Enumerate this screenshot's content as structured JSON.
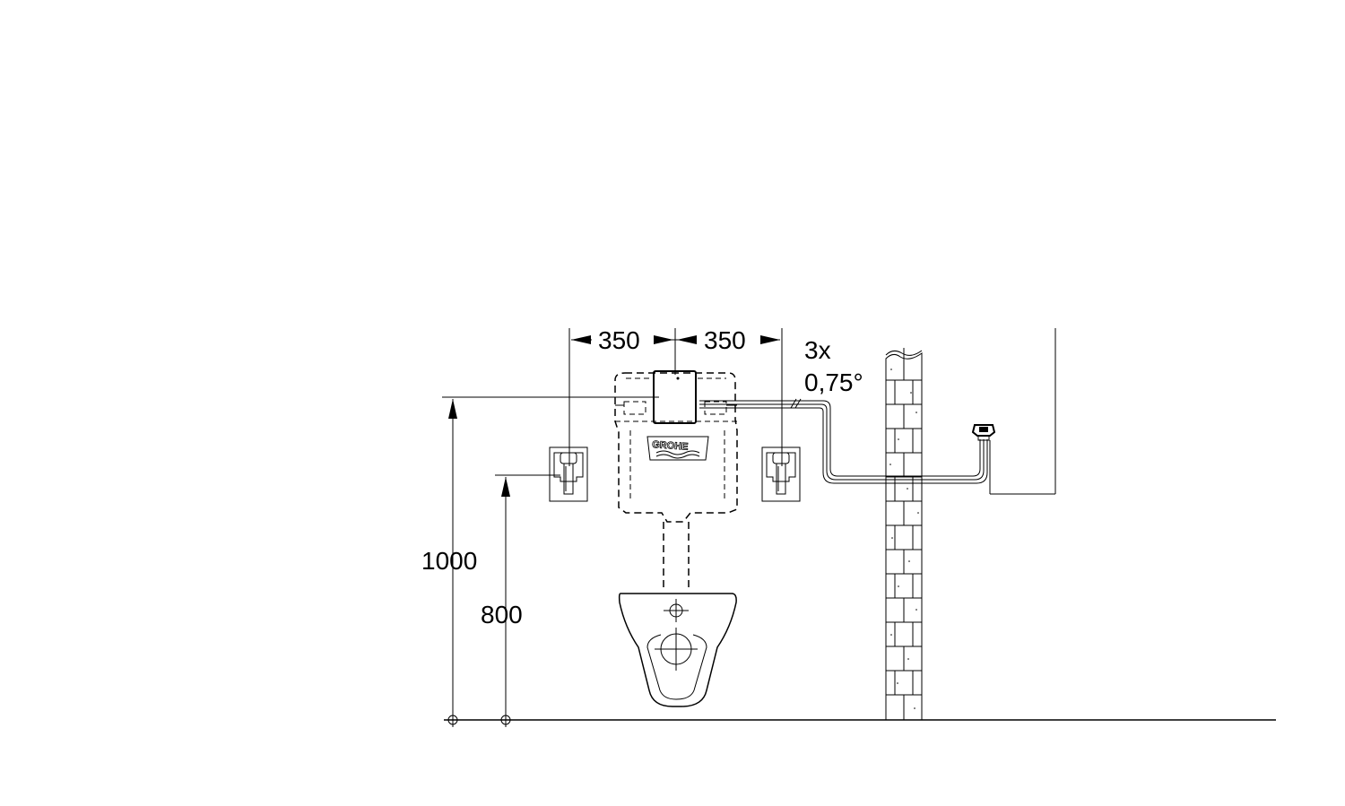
{
  "dimensions": {
    "left_spacing": "350",
    "right_spacing": "350",
    "cable_count": "3x",
    "cable_size": "0,75°",
    "height_upper": "1000",
    "height_lower": "800"
  },
  "brand": {
    "logo_text": "GROHE"
  }
}
